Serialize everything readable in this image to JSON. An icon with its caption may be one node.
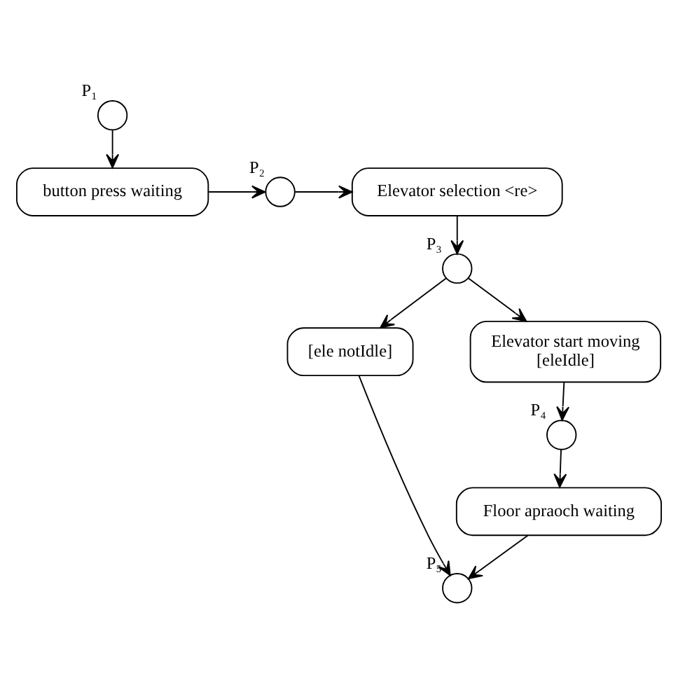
{
  "diagram": {
    "nodes": [
      {
        "text": [],
        "shape": "circle",
        "beside": [
          "P₁"
        ]
      },
      {
        "text": [
          "button press waiting"
        ]
      },
      {
        "text": [],
        "shape": "circle",
        "beside": [
          "P₂"
        ]
      },
      {
        "text": [
          "Elevator selection <re>"
        ]
      },
      {
        "text": [],
        "shape": "circle",
        "beside": [
          "P₃"
        ]
      },
      {
        "text": [
          "[ele notIdle]"
        ]
      },
      {
        "text": [
          "Elevator start moving",
          "[eleIdle]"
        ]
      },
      {
        "text": [],
        "shape": "circle",
        "beside": [
          "P₄"
        ]
      },
      {
        "text": [
          "Floor apraoch waiting"
        ]
      },
      {
        "text": [],
        "shape": "circle",
        "beside": [
          "P₅"
        ]
      }
    ],
    "edges": [
      {
        "from": 0,
        "to": 1,
        "arrow": "to"
      },
      {
        "from": 1,
        "to": 2,
        "arrow": "to"
      },
      {
        "from": 2,
        "to": 3,
        "arrow": "to"
      },
      {
        "from": 3,
        "to": 4,
        "arrow": "to"
      },
      {
        "from": 4,
        "to": 5,
        "arrow": "to"
      },
      {
        "from": 4,
        "to": 6,
        "arrow": "to"
      },
      {
        "from": 6,
        "to": 7,
        "arrow": "to"
      },
      {
        "from": 7,
        "to": 8,
        "arrow": "to"
      },
      {
        "from": 8,
        "to": 9,
        "arrow": "to"
      },
      {
        "from": 5,
        "to": 9,
        "arrow": "to"
      }
    ]
  }
}
